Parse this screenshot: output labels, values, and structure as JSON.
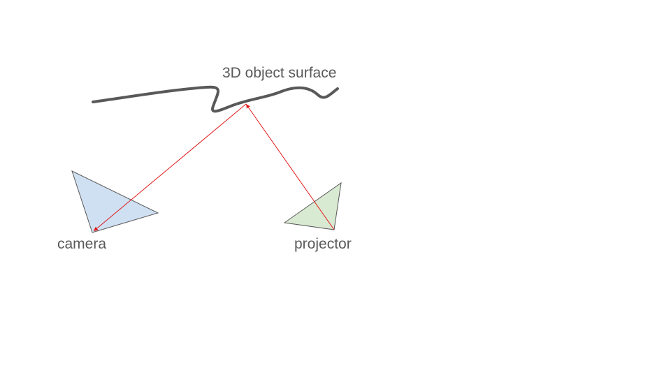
{
  "labels": {
    "surface": "3D object surface",
    "camera": "camera",
    "projector": "projector"
  },
  "colors": {
    "surface_stroke": "#595959",
    "camera_fill": "#cfe0f3",
    "projector_fill": "#d9ead3",
    "shape_outline": "#595959",
    "ray": "#e01b1b",
    "text": "#595959"
  }
}
